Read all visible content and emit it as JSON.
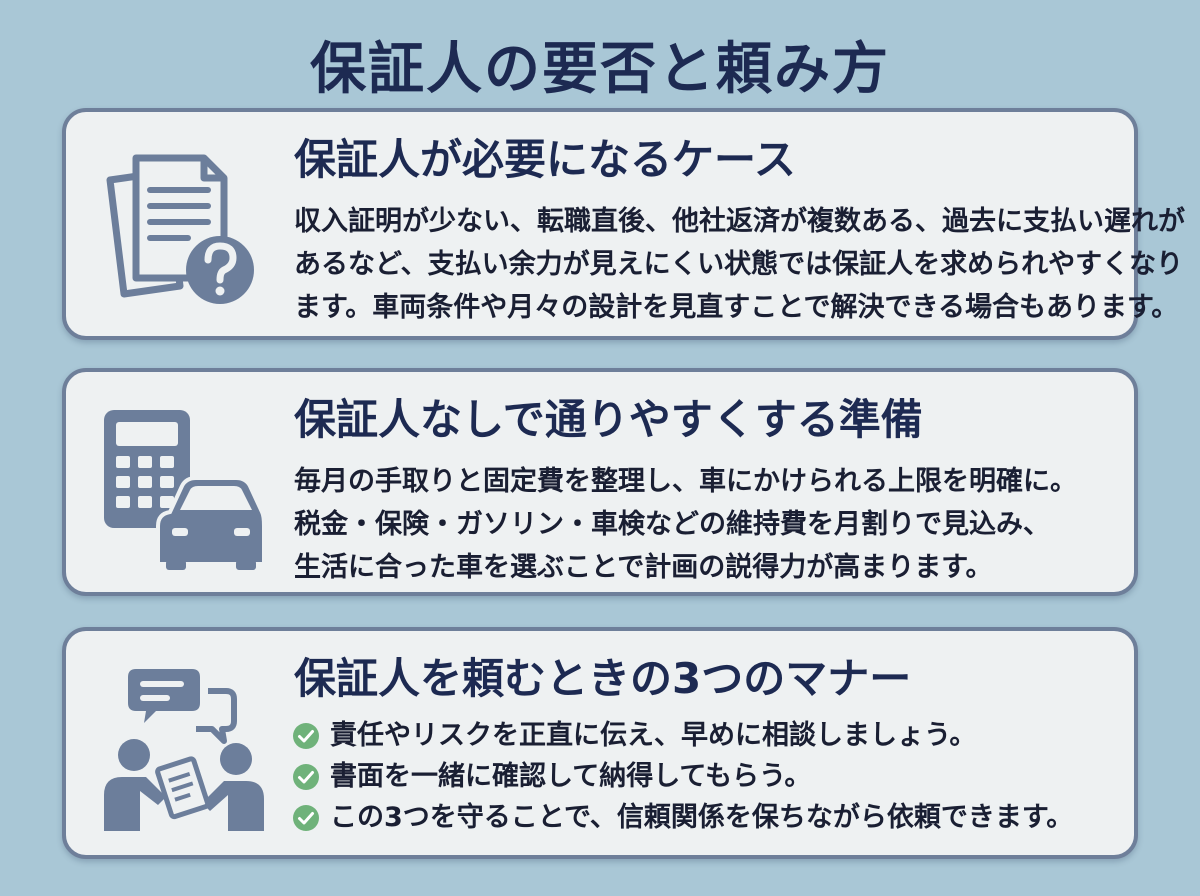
{
  "title": "保証人の要否と頼み方",
  "colors": {
    "background": "#a9c7d6",
    "card": "#eef1f2",
    "border": "#6e7f9a",
    "icon": "#6c7e9b",
    "heading": "#1d2a52",
    "check": "#6fb27a"
  },
  "sections": [
    {
      "icon": "document-question-icon",
      "heading": "保証人が必要になるケース",
      "lines": [
        "収入証明が少ない、転職直後、他社返済が複数ある、過去に支払い遅れが",
        "あるなど、支払い余力が見えにくい状態では保証人を求められやすくなり",
        "ます。車両条件や月々の設計を見直すことで解決できる場合もあります。"
      ]
    },
    {
      "icon": "calculator-car-icon",
      "heading": "保証人なしで通りやすくする準備",
      "lines": [
        "毎月の手取りと固定費を整理し、車にかけられる上限を明確に。",
        "税金・保険・ガソリン・車検などの維持費を月割りで見込み、",
        "生活に合った車を選ぶことで計画の説得力が高まります。"
      ]
    },
    {
      "icon": "people-conversation-icon",
      "heading": "保証人を頼むときの3つのマナー",
      "bullets": [
        "責任やリスクを正直に伝え、早めに相談しましょう。",
        "書面を一緒に確認して納得してもらう。",
        "この3つを守ることで、信頼関係を保ちながら依頼できます。"
      ]
    }
  ]
}
